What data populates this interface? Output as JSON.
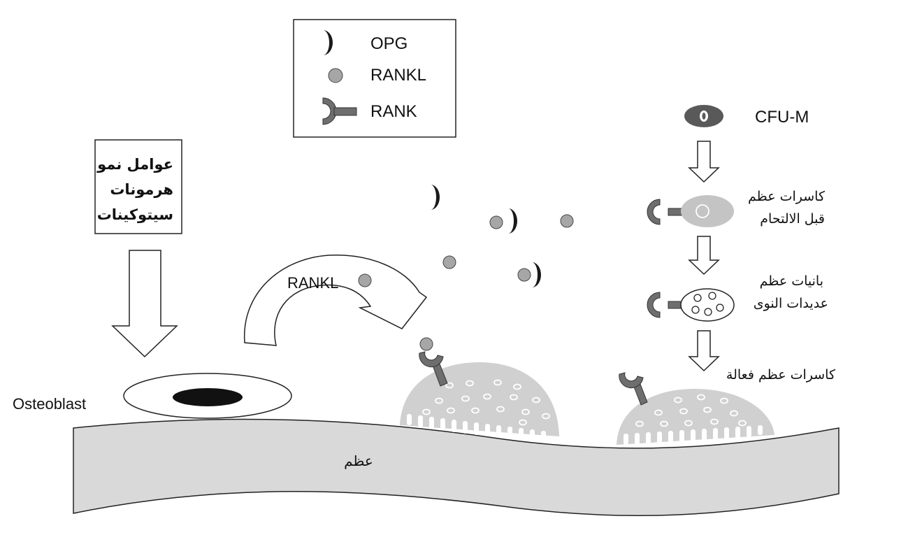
{
  "legend": {
    "opg": "OPG",
    "rankl": "RANKL",
    "rank": "RANK"
  },
  "factors": {
    "line1": "عوامل نمو",
    "line2": "هرمونات",
    "line3": "سيتوكينات"
  },
  "labels": {
    "osteoblast": "Osteoblast",
    "bone": "عظم",
    "rankl_arrow": "RANKL",
    "cfu_m": "CFU-M",
    "preosteoclast_1": "كاسرات عظم",
    "preosteoclast_2": "قبل الالتحام",
    "multinucleated_1": "بانيات عظم",
    "multinucleated_2": "عديدات النوى",
    "active_osteoclasts": "كاسرات عظم فعالة"
  },
  "colors": {
    "opg": "#1a1a1a",
    "rankl": "#a6a6a6",
    "rank": "#6e6e6e",
    "bone": "#d9d9d9",
    "osteoclast": "#d0d0d0",
    "cfu_m": "#595959"
  }
}
